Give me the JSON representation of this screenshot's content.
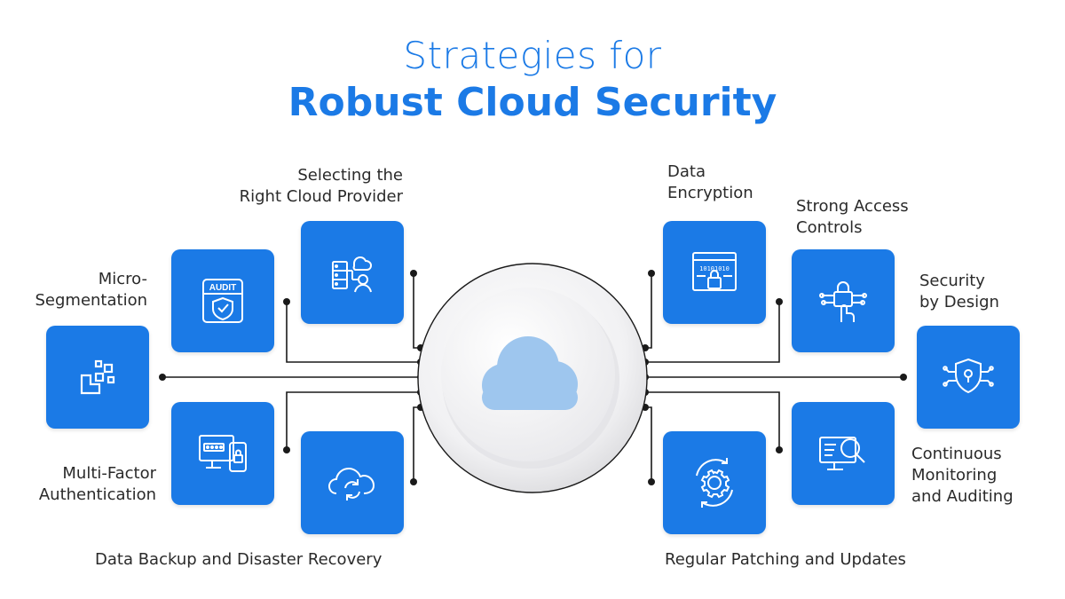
{
  "title": {
    "line1": "Strategies for",
    "line2": "Robust Cloud Security"
  },
  "strategies": [
    {
      "label": "Selecting the\nRight Cloud Provider",
      "icon": "server-cloud-icon"
    },
    {
      "label": "Micro-\nSegmentation",
      "icon": "audit-shield-icon"
    },
    {
      "label": "",
      "icon": "segmentation-blocks-icon"
    },
    {
      "label": "Multi-Factor\nAuthentication",
      "icon": "monitor-phone-lock-icon"
    },
    {
      "label": "Data Backup and Disaster Recovery",
      "icon": "cloud-sync-icon"
    },
    {
      "label": "Data\nEncryption",
      "icon": "encrypted-window-lock-icon"
    },
    {
      "label": "Strong Access\nControls",
      "icon": "fingerprint-lock-icon"
    },
    {
      "label": "Security\nby Design",
      "icon": "shield-circuit-icon"
    },
    {
      "label": "Continuous\nMonitoring\nand Auditing",
      "icon": "monitor-magnifier-icon"
    },
    {
      "label": "Regular Patching and Updates",
      "icon": "gear-refresh-icon"
    }
  ],
  "center": {
    "icon": "cloud-icon"
  },
  "colors": {
    "accent": "#1b7ae6",
    "cloud": "#9ec6ee",
    "line": "#1a1a1a",
    "text": "#2a2a2a"
  }
}
